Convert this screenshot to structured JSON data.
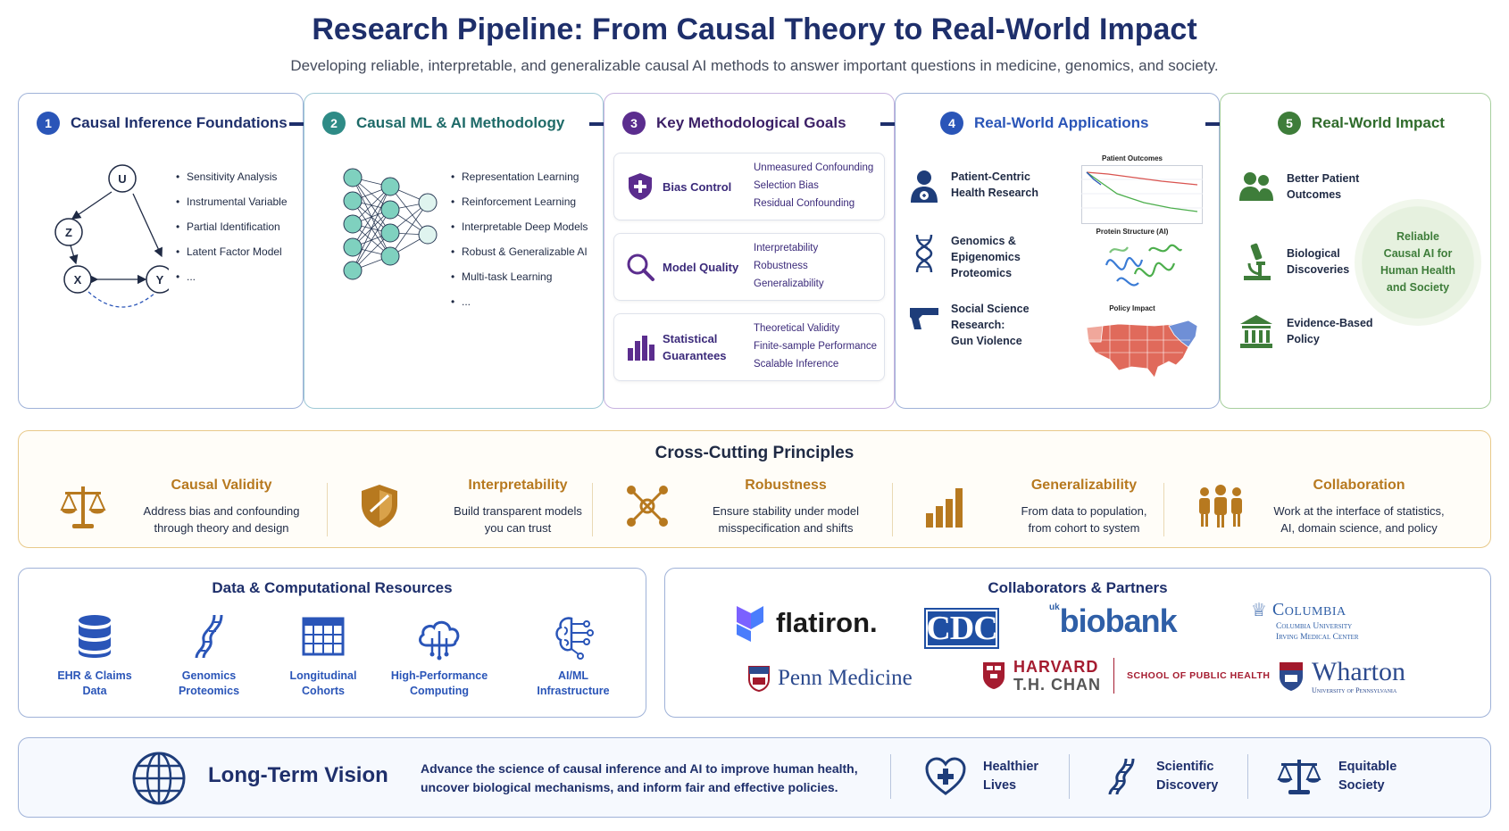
{
  "title": "Research Pipeline: From Causal Theory to Real-World Impact",
  "subtitle": "Developing reliable, interpretable, and generalizable causal AI methods to answer important questions in medicine, genomics, and society.",
  "colors": {
    "navy": "#1e2f6b",
    "teal": "#2e8b86",
    "purple": "#5b2d8e",
    "blue": "#2a55b8",
    "green": "#3e7d3a",
    "gold": "#b7791f"
  },
  "stages": [
    {
      "num": "1",
      "title": "Causal Inference Foundations",
      "dag_nodes": [
        "U",
        "Z",
        "X",
        "Y"
      ],
      "items": [
        "Sensitivity Analysis",
        "Instrumental Variable",
        "Partial Identification",
        "Latent Factor Model",
        "..."
      ]
    },
    {
      "num": "2",
      "title": "Causal ML & AI Methodology",
      "items": [
        "Representation Learning",
        "Reinforcement Learning",
        "Interpretable Deep Models",
        "Robust & Generalizable AI",
        "Multi-task Learning",
        "..."
      ]
    },
    {
      "num": "3",
      "title": "Key Methodological Goals",
      "goals": [
        {
          "name_l1": "Bias Control",
          "name_l2": "",
          "icon": "shield-plus-icon",
          "items": [
            "Unmeasured Confounding",
            "Selection Bias",
            "Residual Confounding"
          ]
        },
        {
          "name_l1": "Model Quality",
          "name_l2": "",
          "icon": "magnifier-icon",
          "items": [
            "Interpretability",
            "Robustness",
            "Generalizability"
          ]
        },
        {
          "name_l1": "Statistical",
          "name_l2": "Guarantees",
          "icon": "bar-chart-icon",
          "items": [
            "Theoretical Validity",
            "Finite-sample Performance",
            "Scalable Inference"
          ]
        }
      ]
    },
    {
      "num": "4",
      "title": "Real-World Applications",
      "apps": [
        {
          "l1": "Patient-Centric",
          "l2": "Health Research",
          "icon": "patient-icon"
        },
        {
          "l1": "Genomics & Epigenomics",
          "l2": "Proteomics",
          "icon": "dna-icon"
        },
        {
          "l1": "Social Science Research:",
          "l2": "Gun Violence",
          "icon": "gun-icon"
        }
      ],
      "mini_titles": [
        "Patient Outcomes",
        "Protein Structure (AI)",
        "Policy Impact"
      ]
    },
    {
      "num": "5",
      "title": "Real-World Impact",
      "impacts": [
        {
          "l1": "Better Patient",
          "l2": "Outcomes",
          "icon": "people-icon"
        },
        {
          "l1": "Biological",
          "l2": "Discoveries",
          "icon": "microscope-icon"
        },
        {
          "l1": "Evidence-Based",
          "l2": "Policy",
          "icon": "institution-icon"
        }
      ],
      "badge": [
        "Reliable",
        "Causal AI for",
        "Human Health",
        "and Society"
      ]
    }
  ],
  "principles": {
    "title": "Cross-Cutting Principles",
    "items": [
      {
        "title": "Causal Validity",
        "l1": "Address bias and confounding",
        "l2": "through theory and design",
        "icon": "scales-icon"
      },
      {
        "title": "Interpretability",
        "l1": "Build transparent models",
        "l2": "you can trust",
        "icon": "shield-icon"
      },
      {
        "title": "Robustness",
        "l1": "Ensure stability under model",
        "l2": "misspecification and shifts",
        "icon": "network-icon"
      },
      {
        "title": "Generalizability",
        "l1": "From data to population,",
        "l2": "from cohort to system",
        "icon": "growth-bars-icon"
      },
      {
        "title": "Collaboration",
        "l1": "Work at the interface of statistics,",
        "l2": "AI, domain science, and policy",
        "icon": "team-icon"
      }
    ]
  },
  "resources": {
    "title": "Data & Computational Resources",
    "items": [
      {
        "l1": "EHR & Claims",
        "l2": "Data",
        "icon": "database-icon"
      },
      {
        "l1": "Genomics",
        "l2": "Proteomics",
        "icon": "dna-icon"
      },
      {
        "l1": "Longitudinal",
        "l2": "Cohorts",
        "icon": "table-icon"
      },
      {
        "l1": "High-Performance",
        "l2": "Computing",
        "icon": "cloud-icon"
      },
      {
        "l1": "AI/ML",
        "l2": "Infrastructure",
        "icon": "brain-circuit-icon"
      }
    ]
  },
  "collaborators": {
    "title": "Collaborators & Partners",
    "flatiron": "flatiron.",
    "cdc": "CDC",
    "biobank_uk": "uk",
    "biobank": "biobank",
    "columbia": "Columbia",
    "columbia_sub1": "Columbia University",
    "columbia_sub2": "Irving Medical Center",
    "penn": "Penn Medicine",
    "harvard": "HARVARD",
    "harvard_sub": "T.H. CHAN",
    "harvard_school": "SCHOOL OF PUBLIC HEALTH",
    "wharton": "Wharton",
    "wharton_sub": "University of Pennsylvania"
  },
  "vision": {
    "title": "Long-Term Vision",
    "text_l1": "Advance the science of causal inference and AI to improve human health,",
    "text_l2": "uncover biological mechanisms, and inform fair and effective policies.",
    "items": [
      {
        "l1": "Healthier",
        "l2": "Lives",
        "icon": "heart-plus-icon"
      },
      {
        "l1": "Scientific",
        "l2": "Discovery",
        "icon": "dna-icon"
      },
      {
        "l1": "Equitable",
        "l2": "Society",
        "icon": "scales-icon"
      }
    ]
  }
}
